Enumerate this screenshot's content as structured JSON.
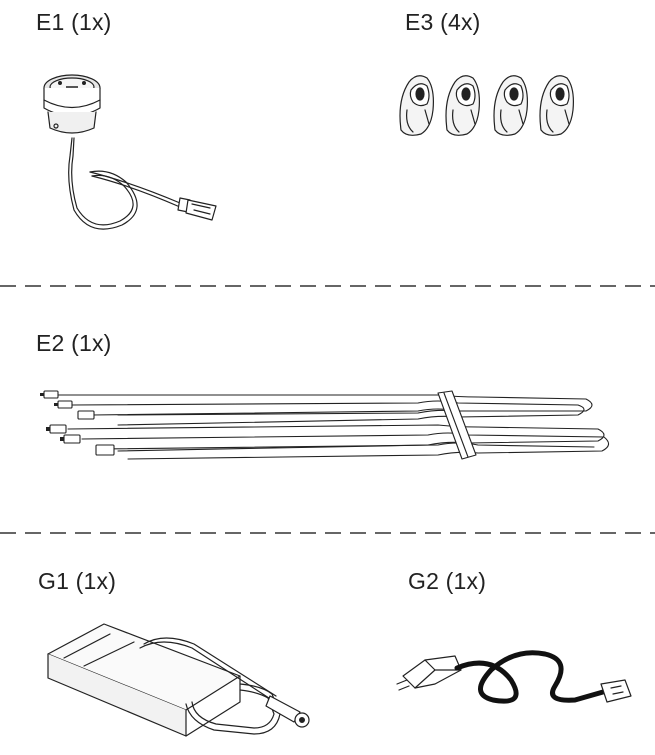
{
  "parts": {
    "e1": {
      "label": "E1 (1x)",
      "icon": "usb-sensor-puck-illustration"
    },
    "e3": {
      "label": "E3 (4x)",
      "icon": "cable-clip-illustration"
    },
    "e2": {
      "label": "E2 (1x)",
      "icon": "cable-bundle-illustration"
    },
    "g1": {
      "label": "G1 (1x)",
      "icon": "power-adapter-illustration"
    },
    "g2": {
      "label": "G2 (1x)",
      "icon": "power-cord-illustration"
    }
  },
  "colors": {
    "ink": "#222222",
    "divider": "#333333",
    "background": "#ffffff"
  }
}
